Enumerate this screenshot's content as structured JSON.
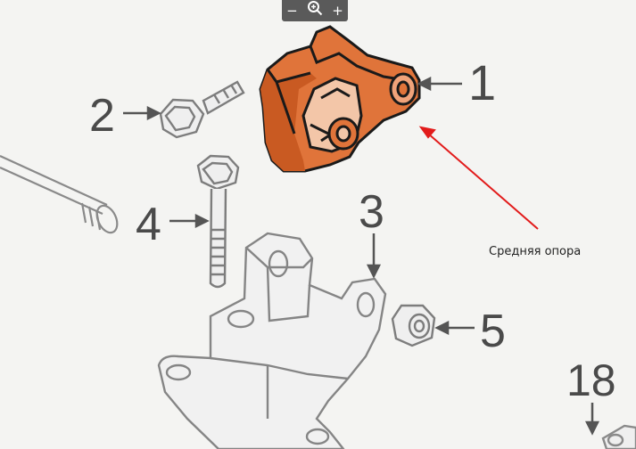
{
  "toolbar": {
    "zoom_out": "−",
    "zoom_in": "+",
    "zoom_icon": "magnifier-zoom-icon"
  },
  "callouts": [
    "1",
    "2",
    "3",
    "4",
    "5",
    "18"
  ],
  "annotation": "Средняя опора",
  "colors": {
    "highlight_part": "#e0743a",
    "line_art": "#9a9a9a",
    "annotation_arrow": "#e21b1b"
  }
}
